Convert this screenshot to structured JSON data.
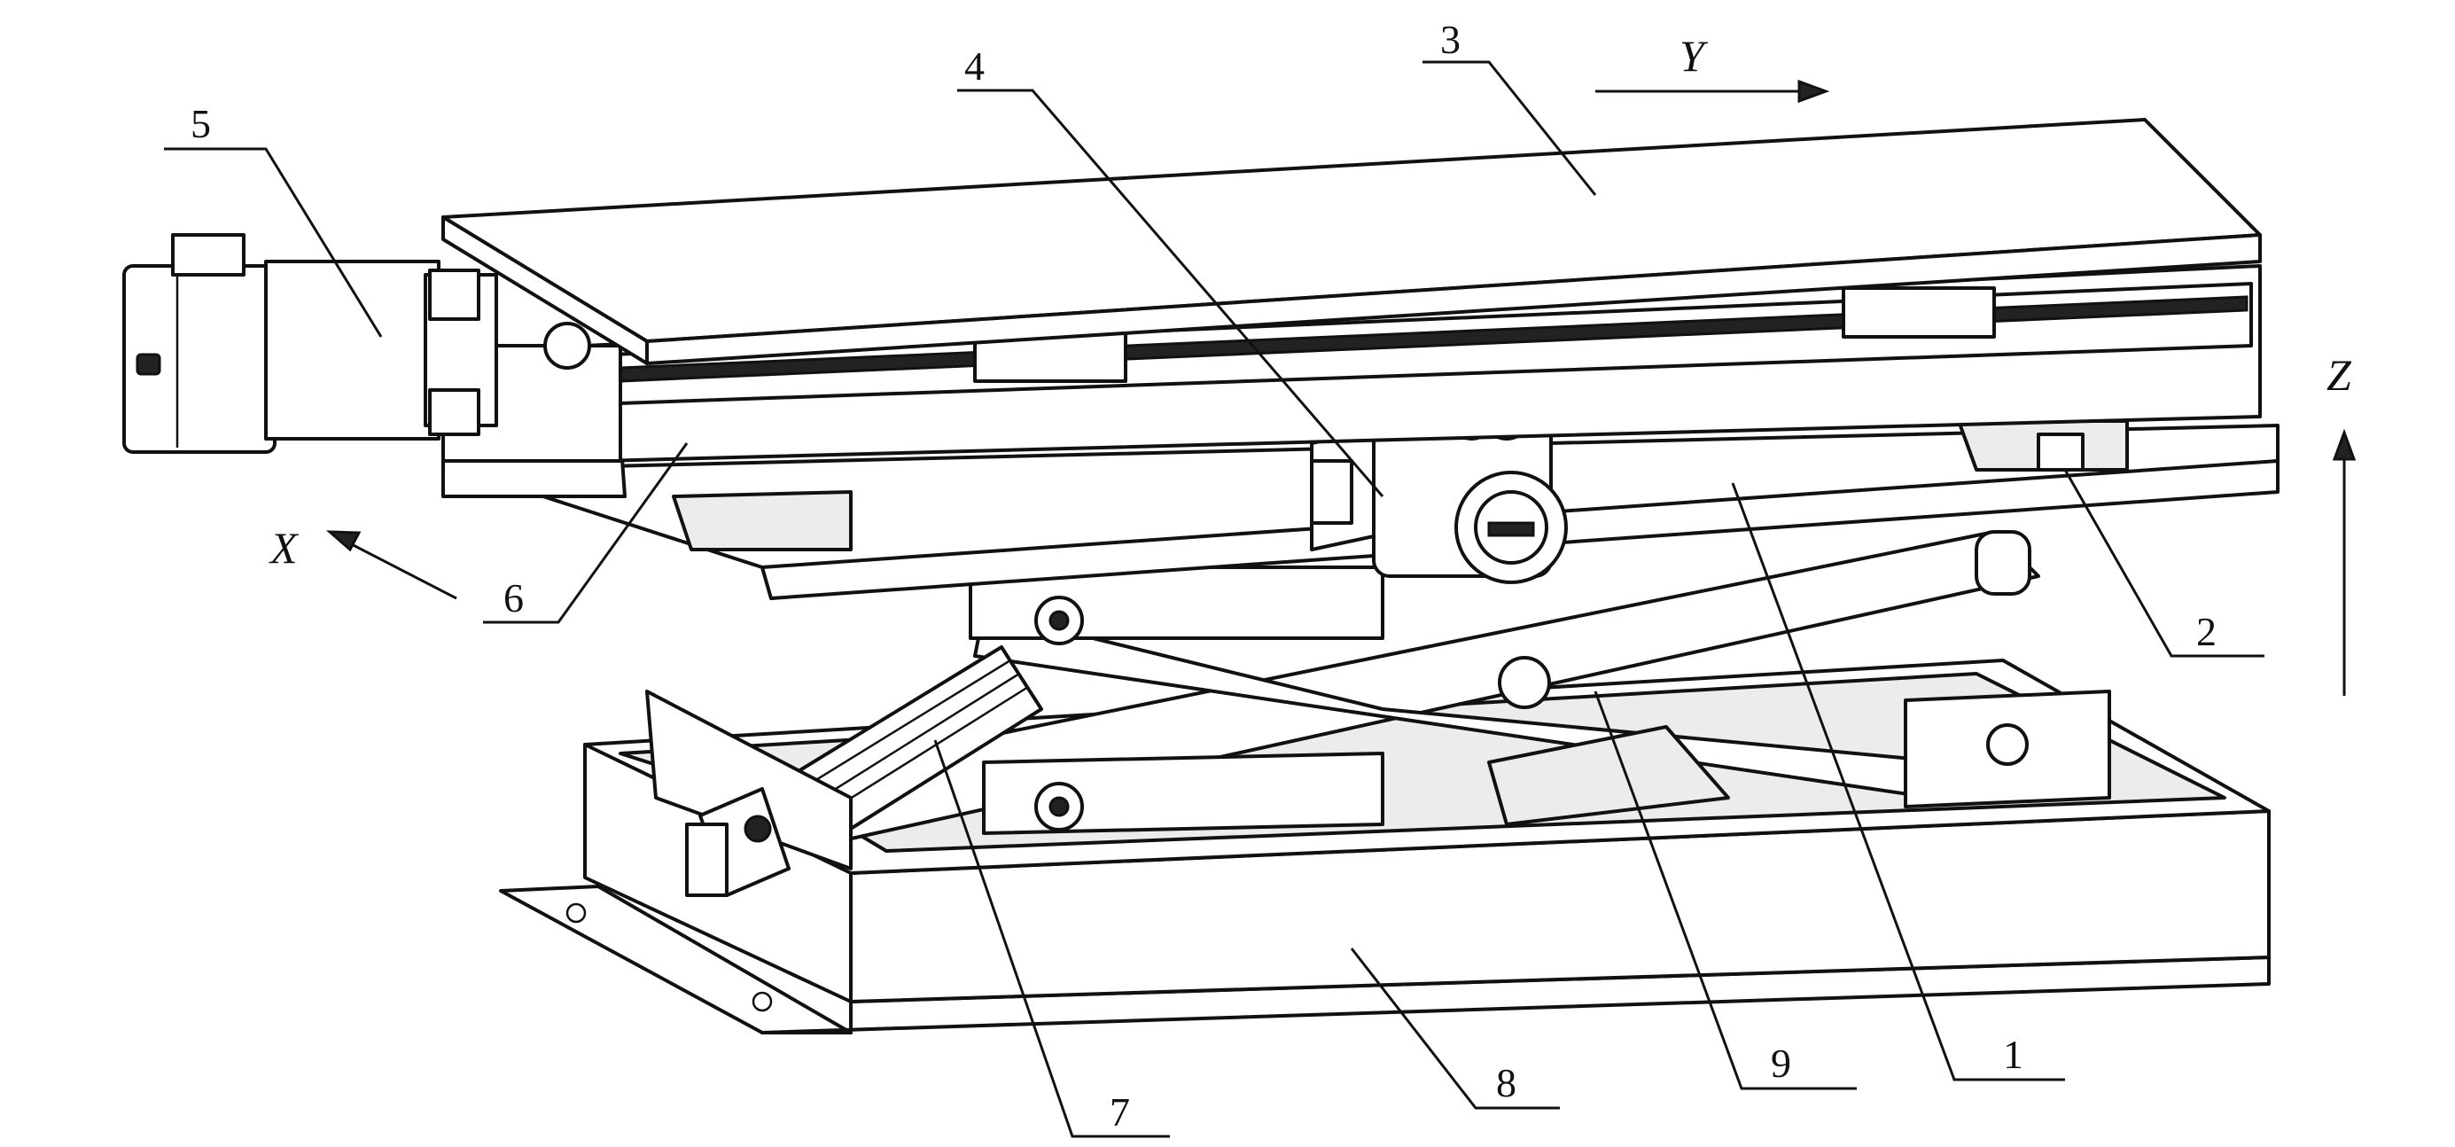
{
  "axes": {
    "x": "X",
    "y": "Y",
    "z": "Z"
  },
  "callouts": {
    "c1": "1",
    "c2": "2",
    "c3": "3",
    "c4": "4",
    "c5": "5",
    "c6": "6",
    "c7": "7",
    "c8": "8",
    "c9": "9"
  },
  "colors": {
    "line": "#111111",
    "fill": "#ffffff",
    "shade": "#ececec"
  }
}
